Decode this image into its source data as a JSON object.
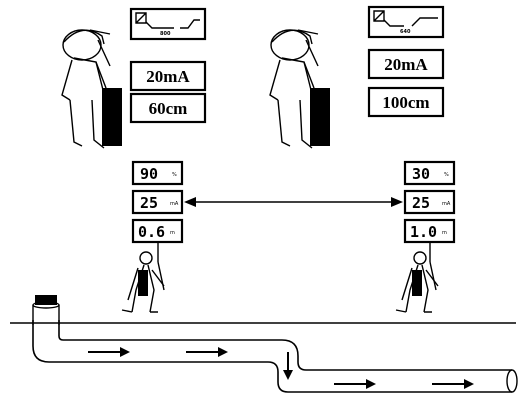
{
  "left_setup": {
    "freq_label": "800",
    "current": "20mA",
    "depth": "60cm"
  },
  "right_setup": {
    "freq_label": "640",
    "current": "20mA",
    "depth": "100cm"
  },
  "left_display": {
    "signal": "90",
    "signal_unit": "%",
    "current": "25",
    "current_unit": "mA",
    "depth": "0.6",
    "depth_unit": "m"
  },
  "right_display": {
    "signal": "30",
    "signal_unit": "%",
    "current": "25",
    "current_unit": "mA",
    "depth": "1.0",
    "depth_unit": "m"
  }
}
